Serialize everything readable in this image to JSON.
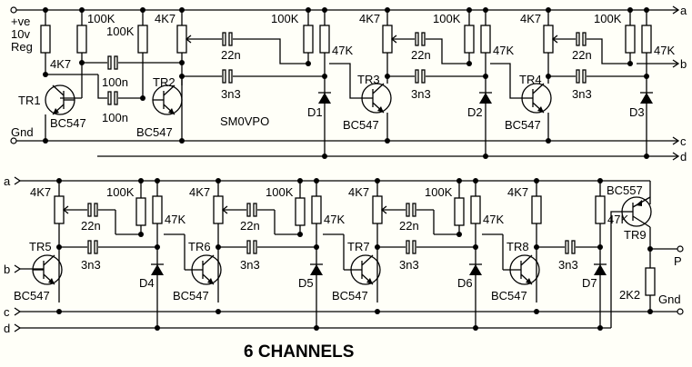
{
  "diagram": {
    "title": "6 CHANNELS",
    "author": "SM0VPO",
    "supply": [
      "+ve",
      "10v",
      "Reg"
    ],
    "gnd_label": "Gnd",
    "bus_labels": [
      "a",
      "b",
      "c",
      "d"
    ],
    "output_label": "P",
    "oscillator": {
      "tr1": {
        "name": "TR1",
        "type": "BC547"
      },
      "tr2": {
        "name": "TR2",
        "type": "BC547"
      },
      "r_coll1": "4K7",
      "r_base1": "100K",
      "r_base2": "100K",
      "c1": "100n",
      "c2": "100n"
    },
    "stages": [
      {
        "tr": "TR2",
        "pot": "4K7",
        "c_couple": "22n",
        "c_fb": "3n3"
      },
      {
        "tr": "TR3",
        "type": "BC547",
        "pot": "4K7",
        "r1": "100K",
        "r2": "47K",
        "c_couple": "22n",
        "c_fb": "3n3",
        "diode": "D1"
      },
      {
        "tr": "TR4",
        "type": "BC547",
        "pot": "4K7",
        "r1": "100K",
        "r2": "47K",
        "c_couple": "22n",
        "c_fb": "3n3",
        "diode": "D2"
      },
      {
        "diode": "D3",
        "r1": "100K",
        "r2": "47K"
      }
    ],
    "stages2": [
      {
        "tr": "TR5",
        "type": "BC547",
        "pot": "4K7",
        "c_couple": "22n",
        "c_fb": "3n3",
        "r1": "100K",
        "r2": "47K",
        "diode": "D4"
      },
      {
        "tr": "TR6",
        "type": "BC547",
        "pot": "4K7",
        "c_couple": "22n",
        "c_fb": "3n3",
        "r1": "100K",
        "r2": "47K",
        "diode": "D5"
      },
      {
        "tr": "TR7",
        "type": "BC547",
        "pot": "4K7",
        "c_couple": "22n",
        "c_fb": "3n3",
        "r1": "100K",
        "r2": "47K",
        "diode": "D6"
      },
      {
        "tr": "TR8",
        "type": "BC547",
        "r_coll": "4K7",
        "c_fb": "3n3",
        "r2": "47K",
        "diode": "D7"
      }
    ],
    "output": {
      "tr": "TR9",
      "type": "BC557",
      "r_load": "2K2"
    }
  }
}
